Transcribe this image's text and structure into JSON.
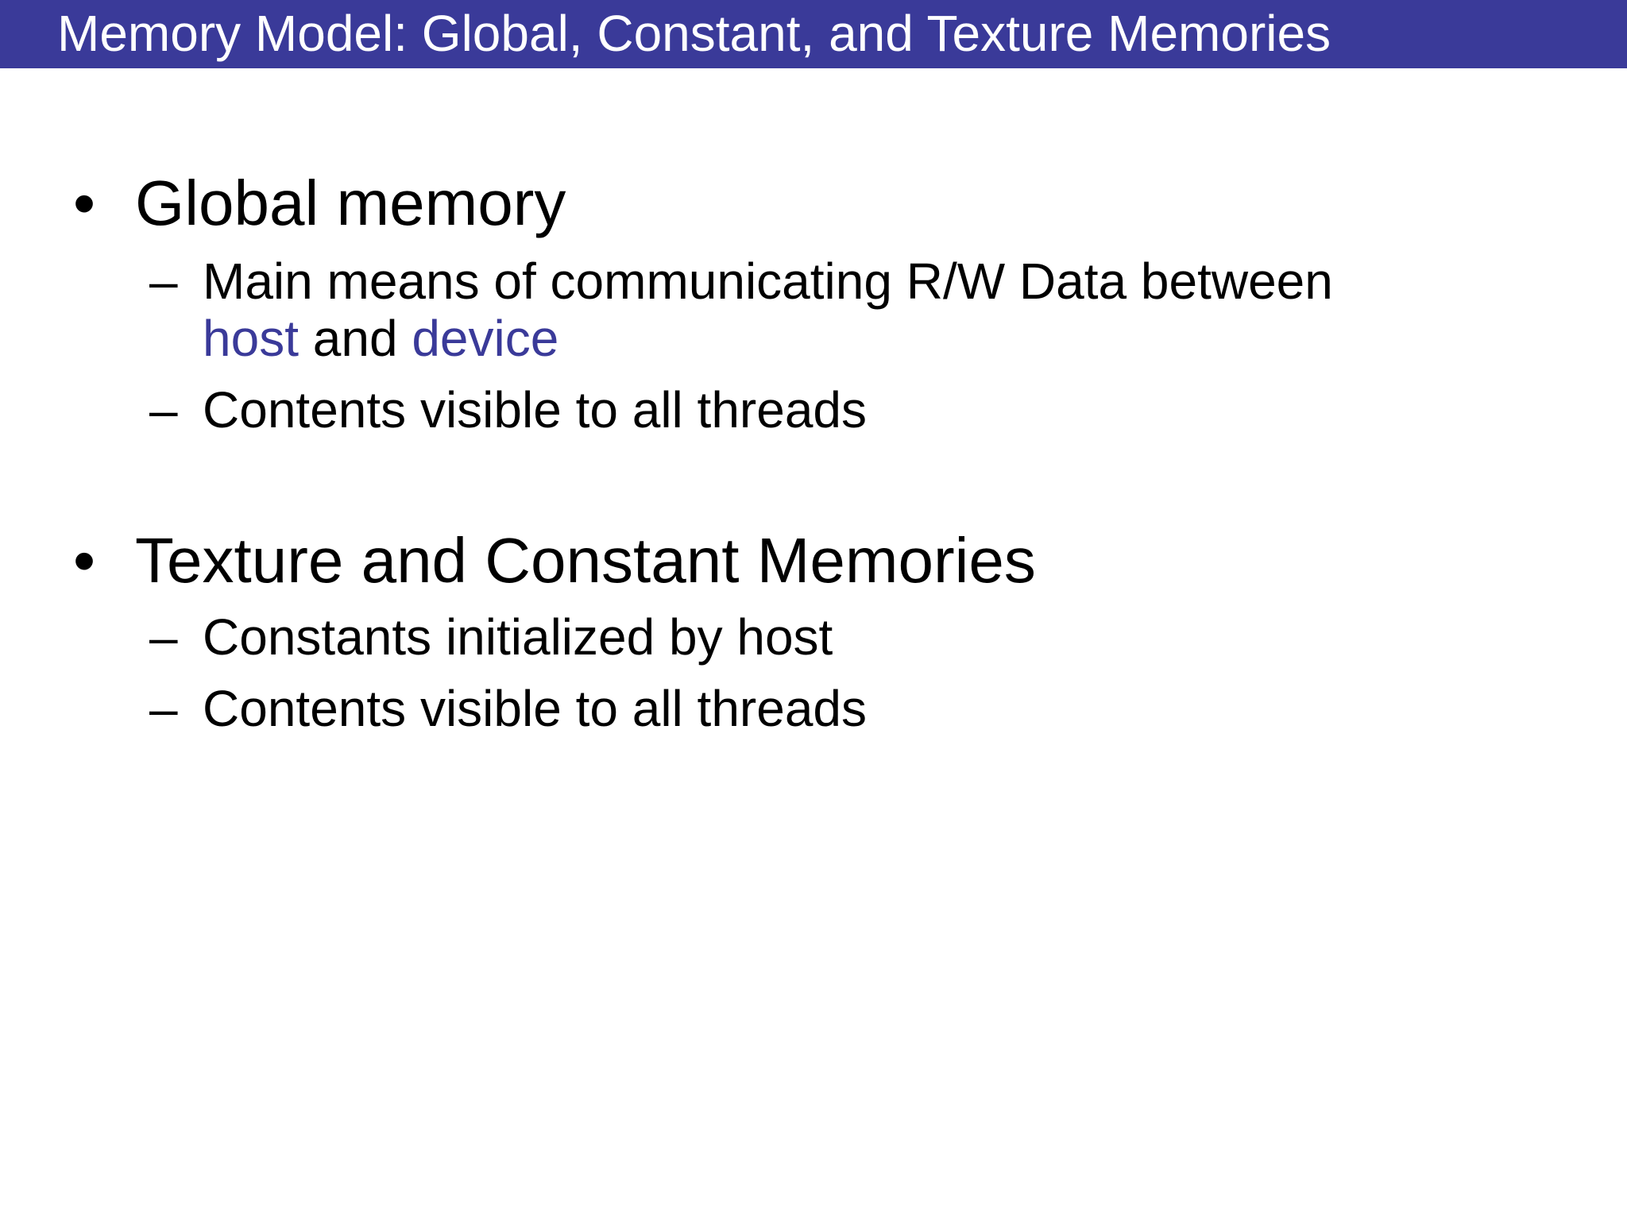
{
  "title": "Memory Model: Global, Constant, and Texture Memories",
  "colors": {
    "title_bar": "#3a3a99",
    "title_text": "#ffffff",
    "accent": "#3a3a99",
    "body_text": "#000000"
  },
  "bullets": [
    {
      "marker": "•",
      "text": "Global memory",
      "subs": [
        {
          "marker": "–",
          "line1": "Main means of communicating R/W Data between",
          "line2_word1": "host",
          "line2_mid": " and ",
          "line2_word2": "device"
        },
        {
          "marker": "–",
          "text": "Contents visible to all threads"
        }
      ]
    },
    {
      "marker": "•",
      "text": "Texture and Constant Memories",
      "subs": [
        {
          "marker": "–",
          "text": "Constants initialized by host"
        },
        {
          "marker": "–",
          "text": "Contents visible to all threads"
        }
      ]
    }
  ]
}
